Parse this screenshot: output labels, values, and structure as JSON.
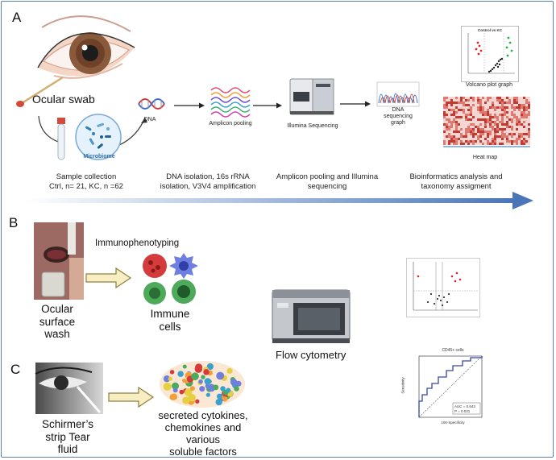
{
  "panels": {
    "a": "A",
    "b": "B",
    "c": "C"
  },
  "panel_a": {
    "ocular_swab": "Ocular swab",
    "microbiome": "Microbiome",
    "dna": "DNA",
    "amplicon_pooling": "Amplicon pooling",
    "illumina_sequencing": "Illumina Sequencing",
    "dna_graph": "DNA sequencing graph",
    "volcano_title": "Control vs KC",
    "volcano_caption": "Volcano plot graph",
    "heatmap_caption": "Heat map",
    "step1_line1": "Sample collection",
    "step1_line2": "Ctrl, n= 21, KC, n =62",
    "step2_line1": "DNA isolation, 16s rRNA",
    "step2_line2": "isolation, V3V4 amplification",
    "step3_line1": "Amplicon pooling and Illumina",
    "step3_line2": "sequencing",
    "step4_line1": "Bioinformatics analysis and",
    "step4_line2": "taxonomy assigment"
  },
  "panel_b": {
    "immunophenotyping": "Immunophenotyping",
    "ocular_l1": "Ocular",
    "ocular_l2": "surface",
    "ocular_l3": "wash",
    "immune_l1": "Immune",
    "immune_l2": "cells",
    "flow_cytometry": "Flow cytometry"
  },
  "panel_c": {
    "schirmer_l1": "Schirmer’s",
    "schirmer_l2": "strip Tear",
    "schirmer_l3": "fluid",
    "secreted_l1": "secreted cytokines,",
    "secreted_l2": "chemokines and various",
    "secreted_l3": "soluble factors",
    "roc_title": "CD45+ cells",
    "roc_xlabel": "100-Specificity",
    "roc_ylabel": "Sensitivity",
    "roc_auc": "AUC = 0.643",
    "roc_p": "P = 0.031"
  },
  "colors": {
    "frame": "#5d7fa8",
    "arrow": "#4a76b8",
    "roc_line": "#3446a8",
    "cell_red": "#d63b3b",
    "cell_blue": "#6f7fe0",
    "cell_green": "#4caa5a"
  }
}
